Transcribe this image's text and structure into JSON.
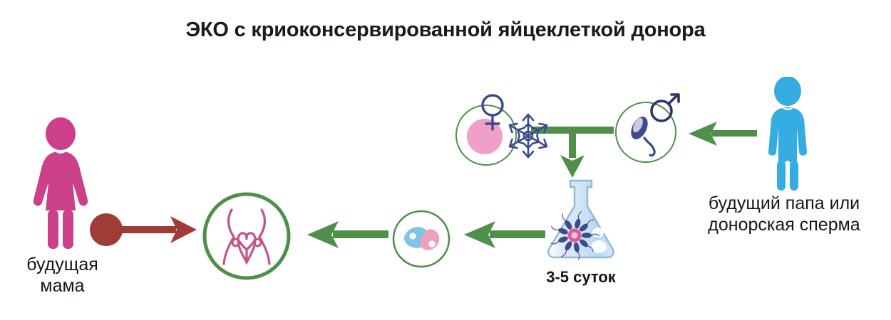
{
  "title": "ЭКО с криоконсервированной яйцеклеткой донора",
  "labels": {
    "mother": "будущая\nмама",
    "mother_line1": "будущая",
    "mother_line2": "мама",
    "father_line1": "будущий папа или",
    "father_line2": "донорская сперма",
    "days": "3-5 суток"
  },
  "nodes": [
    {
      "name": "future-mother-figure",
      "type": "person-icon",
      "gender": "female",
      "color": "#cc3f89",
      "caption": "будущая мама"
    },
    {
      "name": "retrieved-egg-dot",
      "type": "dot",
      "color": "#a03c38"
    },
    {
      "name": "uterus-circle",
      "type": "circle-icon",
      "icon": "uterus-icon",
      "ring_color": "#4f8f4a",
      "icon_color": "#c2548c"
    },
    {
      "name": "embryo-circle",
      "type": "circle-icon",
      "icon": "two-cell-embryo-icon",
      "ring_color": "#4f8f4a",
      "cell_colors": [
        "#7ec4e8",
        "#f0a0bf"
      ]
    },
    {
      "name": "fertilization-flask",
      "type": "flask-icon",
      "glass_color": "#9fc6e0",
      "egg_color": "#e05a9b",
      "sperm_color": "#3d4a8c",
      "caption": "3-5 суток"
    },
    {
      "name": "donor-egg-circle",
      "type": "circle-icon",
      "icon": "oocyte-icon",
      "ring_color": "#4f8f4a",
      "nucleus_color": "#efa0c6",
      "symbol": "female-symbol",
      "symbol_color": "#3d4a8c"
    },
    {
      "name": "cryo-snowflake",
      "type": "snowflake-icon",
      "color": "#3d4a8c"
    },
    {
      "name": "sperm-circle",
      "type": "circle-icon",
      "icon": "spermatozoon-icon",
      "ring_color": "#4f8f4a",
      "sperm_color": "#3d4a8c",
      "symbol": "male-symbol",
      "symbol_color": "#2b3566"
    },
    {
      "name": "future-father-figure",
      "type": "person-icon",
      "gender": "male",
      "color": "#35ade3",
      "caption": "будущий папа или донорская сперма"
    }
  ],
  "arrows": [
    {
      "name": "arrow-mother-to-uterus",
      "direction": "right",
      "color": "#a03c38"
    },
    {
      "name": "arrow-embryo-to-uterus",
      "direction": "left",
      "color": "#4f8f4a"
    },
    {
      "name": "arrow-flask-to-embryo",
      "direction": "left",
      "color": "#4f8f4a"
    },
    {
      "name": "arrow-father-to-sperm",
      "direction": "left",
      "color": "#4f8f4a"
    },
    {
      "name": "arrow-gametes-to-flask",
      "direction": "down",
      "color": "#4f8f4a"
    }
  ],
  "colors": {
    "pink": "#cc3f89",
    "blue": "#35ade3",
    "green": "#4f8f4a",
    "dark_red": "#a03c38",
    "navy": "#3d4a8c",
    "text": "#17170f",
    "background": "#ffffff"
  }
}
